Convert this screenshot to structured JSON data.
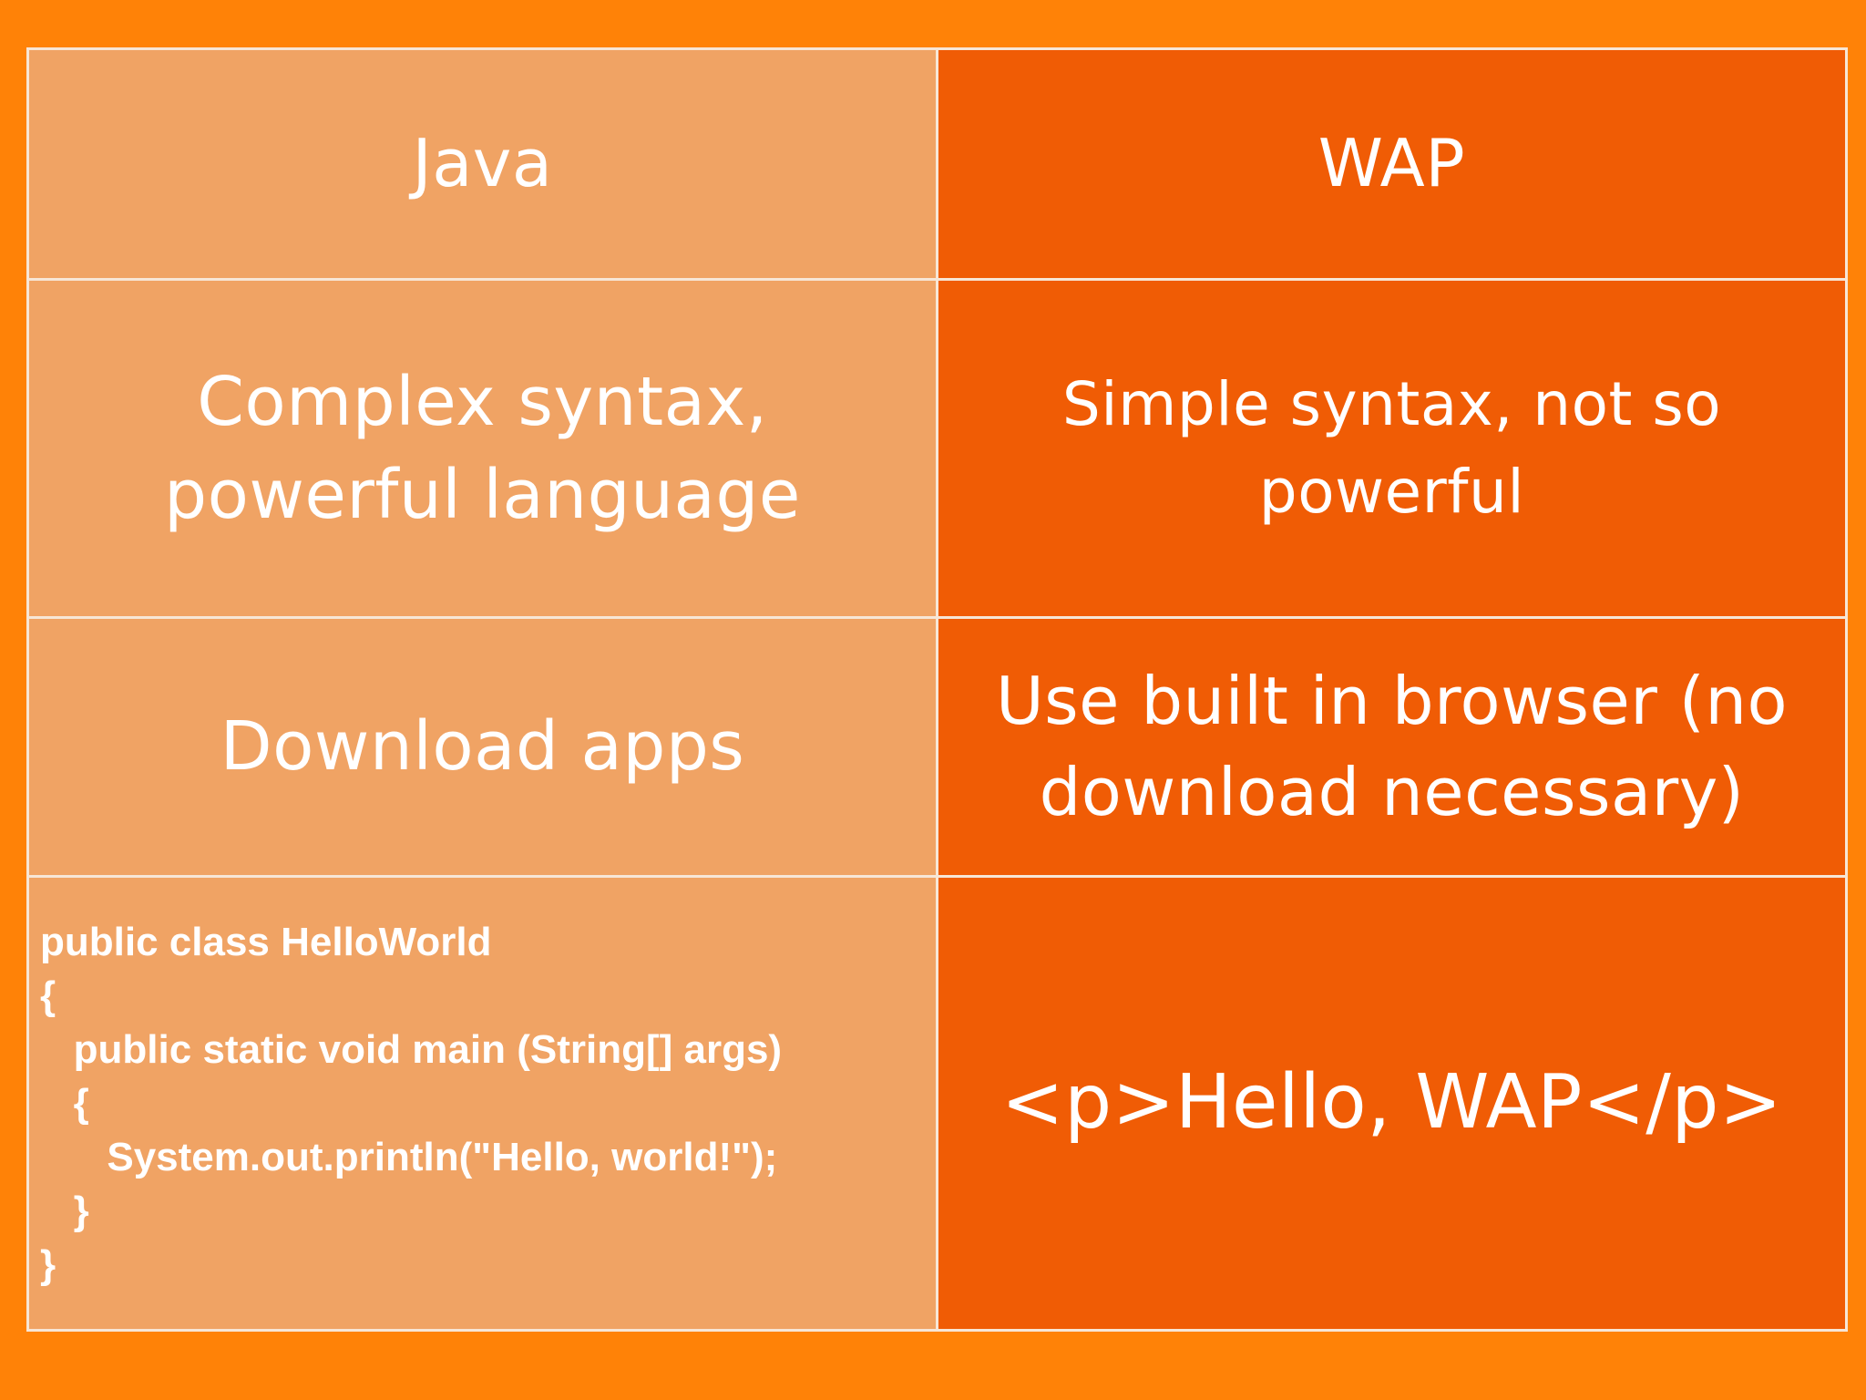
{
  "colors": {
    "background": "#FF8207",
    "left_column": "#F0A364",
    "right_column": "#F05C05",
    "grid_line": "#F7E6D6",
    "text": "#FFFFFF"
  },
  "table": {
    "header": {
      "left": "Java",
      "right": "WAP"
    },
    "syntax_row": {
      "left": "Complex syntax, powerful language",
      "right": "Simple syntax, not so powerful"
    },
    "deploy_row": {
      "left": "Download apps",
      "right": "Use built in browser (no download necessary)"
    },
    "code_row": {
      "java_code": "public class HelloWorld\n{\n   public static void main (String[] args)\n   {\n      System.out.println(\"Hello, world!\");\n   }\n}",
      "wap_code": "<p>Hello, WAP</p>"
    }
  }
}
